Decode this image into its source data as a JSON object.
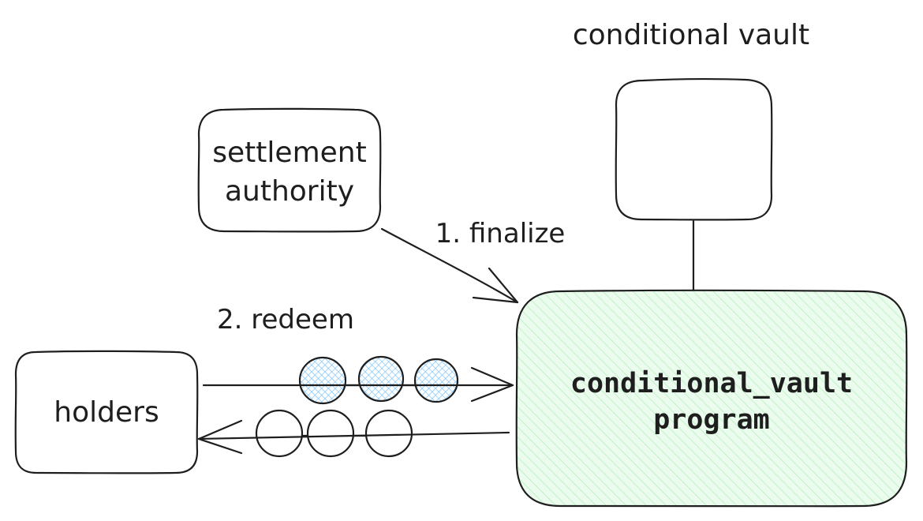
{
  "labels": {
    "conditional_vault": "conditional vault",
    "settlement_line1": "settlement",
    "settlement_line2": "authority",
    "finalize": "1. finalize",
    "redeem": "2. redeem",
    "holders": "holders",
    "program_line1": "conditional_vault",
    "program_line2": "program"
  },
  "colors": {
    "program_fill": "#ebfbee",
    "program_hatch": "#b2f2bb",
    "token_hatch": "#a5d8ff",
    "token_solid": "#a5d8ff",
    "stroke": "#1e1e1e"
  }
}
